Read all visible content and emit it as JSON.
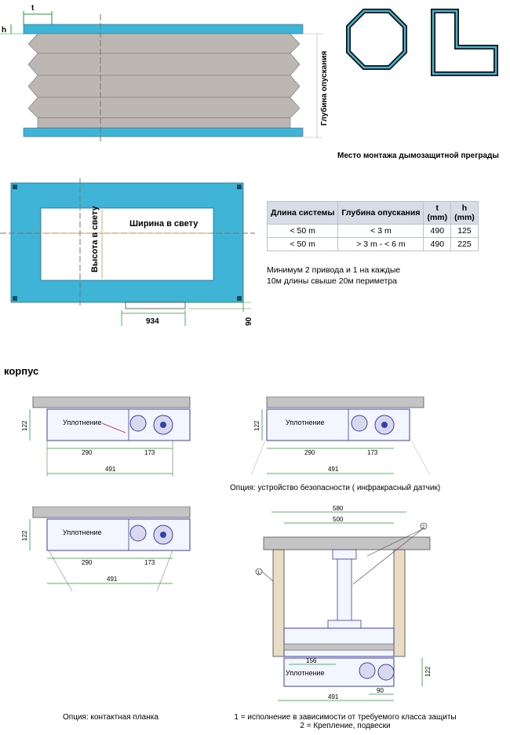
{
  "top_diagram": {
    "label_t": "t",
    "label_h": "h",
    "depth_label": "Глубина опускания"
  },
  "caption_mounting": "Место монтажа дымозащитной преграды",
  "plan_diagram": {
    "width_label": "Ширина в свету",
    "height_label": "Высота в свету",
    "dim_934": "934",
    "dim_90": "90"
  },
  "spec_table": {
    "headers": [
      "Длина системы",
      "Глубина опускания",
      "t\n(mm)",
      "h\n(mm)"
    ],
    "rows": [
      [
        "< 50 m",
        "< 3 m",
        "490",
        "125"
      ],
      [
        "< 50 m",
        "> 3 m - < 6 m",
        "490",
        "225"
      ]
    ]
  },
  "note_lines": [
    "Минимум 2 привода и 1 на каждые",
    "10м длины свыше 20м периметра"
  ],
  "section_title": "корпус",
  "housing_diagrams": {
    "seal_label": "Уплотнение",
    "dim_122": "122",
    "dim_290": "290",
    "dim_173": "173",
    "dim_491": "491"
  },
  "caption_option_sensor": "Опция: устройство безопасности ( инфракрасный датчик)",
  "caption_option_contact": "Опция: контактная планка",
  "mounting_diagram": {
    "dim_580": "580",
    "dim_500": "500",
    "dim_156": "156",
    "dim_90": "90",
    "dim_122": "122",
    "dim_491": "491",
    "marker_1": "1",
    "marker_2": "2",
    "seal_label": "Уплотнение"
  },
  "footnotes": [
    "1 = исполнение в зависимости от требуемого класса защиты",
    "2 = Крепление, подвески"
  ],
  "colors": {
    "cyan": "#3fb4d6",
    "grey": "#b8b4b0",
    "housing": "#3a3fa8",
    "green": "#2a9a3a",
    "teal": "#1a8a8a"
  }
}
